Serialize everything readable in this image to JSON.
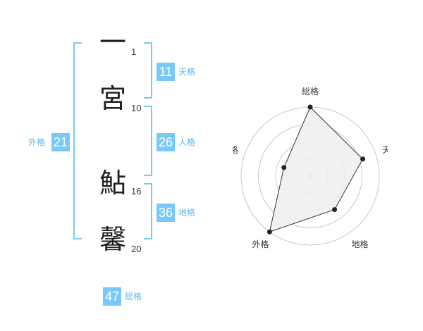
{
  "name": {
    "chars": [
      {
        "char": "一",
        "strokes": "1"
      },
      {
        "char": "宮",
        "strokes": "10"
      },
      {
        "char": "鮎",
        "strokes": "16"
      },
      {
        "char": "馨",
        "strokes": "20"
      }
    ]
  },
  "fortunes": {
    "tenkaku": {
      "value": "11",
      "label": "天格"
    },
    "jinkaku": {
      "value": "26",
      "label": "人格"
    },
    "chikaku": {
      "value": "36",
      "label": "地格"
    },
    "gaikaku": {
      "value": "21",
      "label": "外格"
    },
    "soukaku": {
      "value": "47",
      "label": "総格"
    }
  },
  "chart_data": {
    "type": "radar",
    "axes": [
      "総格",
      "天格",
      "地格",
      "外格",
      "人格"
    ],
    "values": [
      1.0,
      0.8,
      0.6,
      1.0,
      0.4
    ],
    "range": [
      0,
      1
    ],
    "rings": 4,
    "fill_color": "#eeeeee",
    "line_color": "#333333"
  }
}
